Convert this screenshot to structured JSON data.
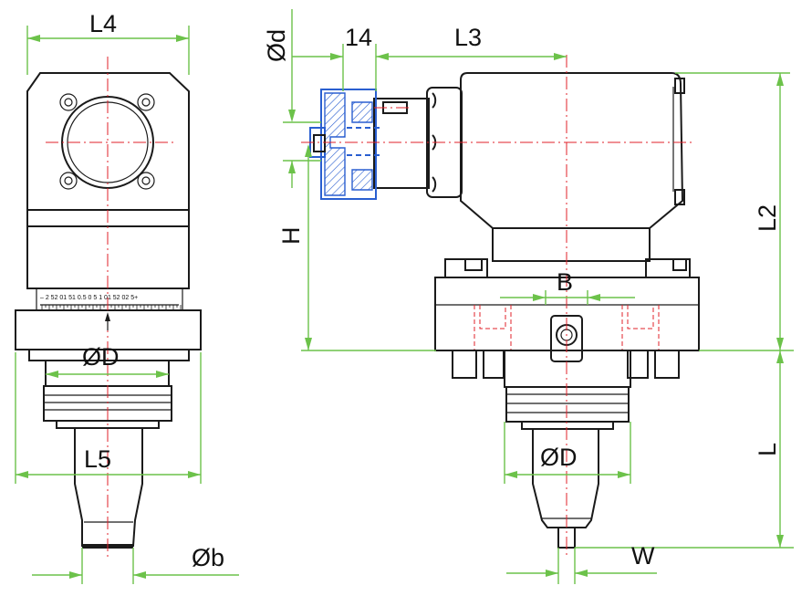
{
  "labels": {
    "L4": "L4",
    "L5": "L5",
    "L3": "L3",
    "L2": "L2",
    "L": "L",
    "H": "H",
    "B": "B",
    "D_left": "ØD",
    "D_right": "ØD",
    "b": "Øb",
    "d": "Ød",
    "w": "W",
    "fourteen": "14"
  },
  "scale": {
    "ticks": "– 2 52 01 51 0.5  0  5 1 01 52 02 5+"
  },
  "colors": {
    "outline": "#1a1a1a",
    "centerline": "#e0202a",
    "dimension": "#6cc24a",
    "section": "#2a5fd0"
  }
}
